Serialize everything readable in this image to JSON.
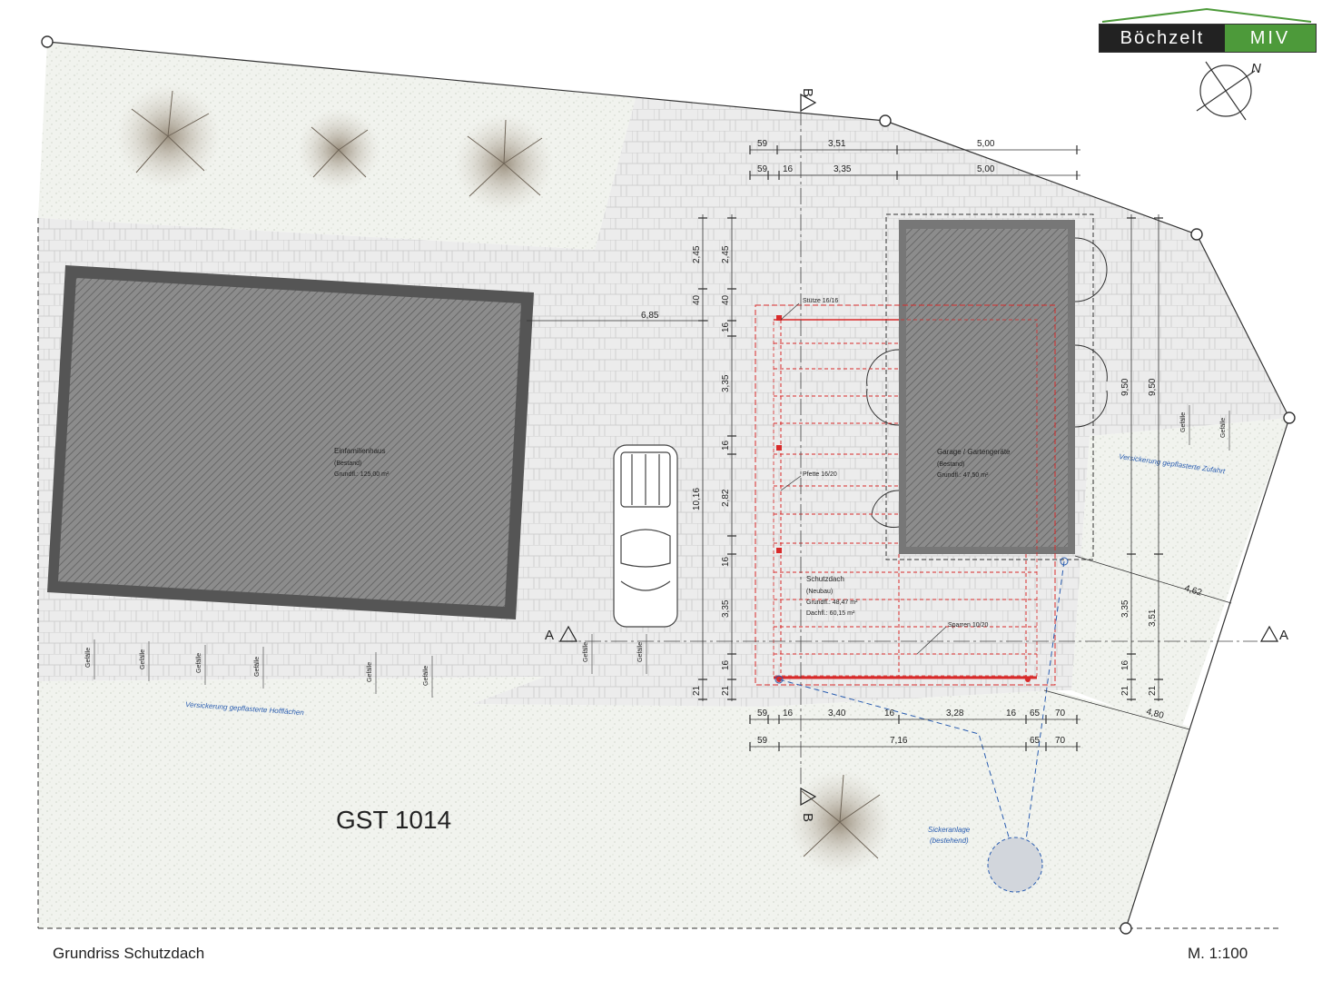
{
  "logo": {
    "left": "Böchzelt",
    "right": "MIV",
    "accent": "#4d9a3a"
  },
  "north": "N",
  "section_marks": {
    "b_top": "B",
    "b_bottom": "B",
    "a_left": "A",
    "a_right": "A"
  },
  "buildings": {
    "house": {
      "name": "Einfamilienhaus",
      "status": "(Bestand)",
      "area": "Grundfl.: 125,00 m²"
    },
    "garage": {
      "name": "Garage / Gartengeräte",
      "status": "(Bestand)",
      "area": "Grundfl.: 47,50 m²"
    },
    "roof": {
      "name": "Schutzdach",
      "status": "(Neubau)",
      "area": "Grundfl.: 48,47 m²",
      "roof_area": "Dachfl.: 60,15 m²"
    }
  },
  "callouts": {
    "stuetze": "Stütze 16/16",
    "pfette": "Pfette 16/20",
    "sparren": "Sparren 10/20",
    "sicker_1": "Sickeranlage",
    "sicker_2": "(bestehend)",
    "zufahrt": "Versickerung gepflasterte Zufahrt",
    "hofflaechen": "Versickerung gepflasterte Hofflächen",
    "gefaelle": "Gefälle"
  },
  "dims_top": {
    "row1": [
      "59",
      "3,51",
      "5,00"
    ],
    "row2": [
      "59",
      "16",
      "3,35",
      "5,00"
    ]
  },
  "dims_left": {
    "col1": [
      "2,45",
      "40",
      "10,16",
      "21"
    ],
    "col2": [
      "2,45",
      "40",
      "16",
      "3,35",
      "16",
      "2,82",
      "16",
      "3,35",
      "16",
      "21"
    ]
  },
  "dims_house": "6,85",
  "dims_right": {
    "col1": [
      "9,50",
      "3,35",
      "16",
      "21"
    ],
    "col2": [
      "9,50",
      "3,51",
      "21"
    ],
    "diag1": "4,62",
    "diag2": "4,80"
  },
  "dims_bottom": {
    "row1": [
      "59",
      "16",
      "3,40",
      "16",
      "3,28",
      "16",
      "65",
      "70"
    ],
    "row2": [
      "59",
      "7,16",
      "65",
      "70"
    ]
  },
  "parcel": "GST 1014",
  "footer": {
    "title": "Grundriss Schutzdach",
    "scale": "M. 1:100"
  }
}
